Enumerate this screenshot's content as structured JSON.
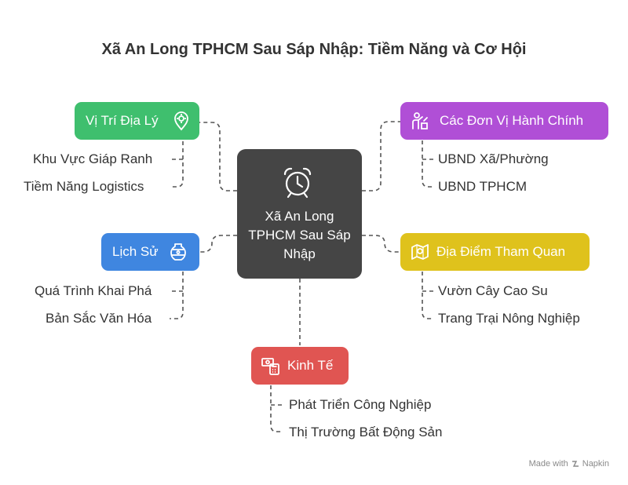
{
  "title": "Xã An Long TPHCM Sau Sáp Nhập: Tiềm Năng và Cơ Hội",
  "center": {
    "label": "Xã An Long TPHCM Sau Sáp Nhập",
    "icon": "alarm-clock-icon"
  },
  "topics": {
    "dia_ly": {
      "label": "Vị Trí Địa Lý",
      "color": "#3fbf6e",
      "icon": "map-pin-icon",
      "items": [
        "Khu Vực Giáp Ranh",
        "Tiềm Năng Logistics"
      ]
    },
    "hanh_chinh": {
      "label": "Các Đơn Vị Hành Chính",
      "color": "#b04fd6",
      "icon": "hierarchy-hand-icon",
      "items": [
        "UBND Xã/Phường",
        "UBND TPHCM"
      ]
    },
    "lich_su": {
      "label": "Lịch Sử",
      "color": "#3f86e0",
      "icon": "ancient-vase-icon",
      "items": [
        "Quá Trình Khai Phá",
        "Bản Sắc Văn Hóa"
      ]
    },
    "tham_quan": {
      "label": "Địa Điểm Tham Quan",
      "color": "#dfc21c",
      "icon": "map-icon",
      "items": [
        "Vườn Cây Cao Su",
        "Trang Trại Nông Nghiệp"
      ]
    },
    "kinh_te": {
      "label": "Kinh Tế",
      "color": "#e05552",
      "icon": "money-calculator-icon",
      "items": [
        "Phát Triển Công Nghiệp",
        "Thị Trường Bất Động Sản"
      ]
    }
  },
  "footer": {
    "made_with": "Made with",
    "brand": "Napkin"
  }
}
